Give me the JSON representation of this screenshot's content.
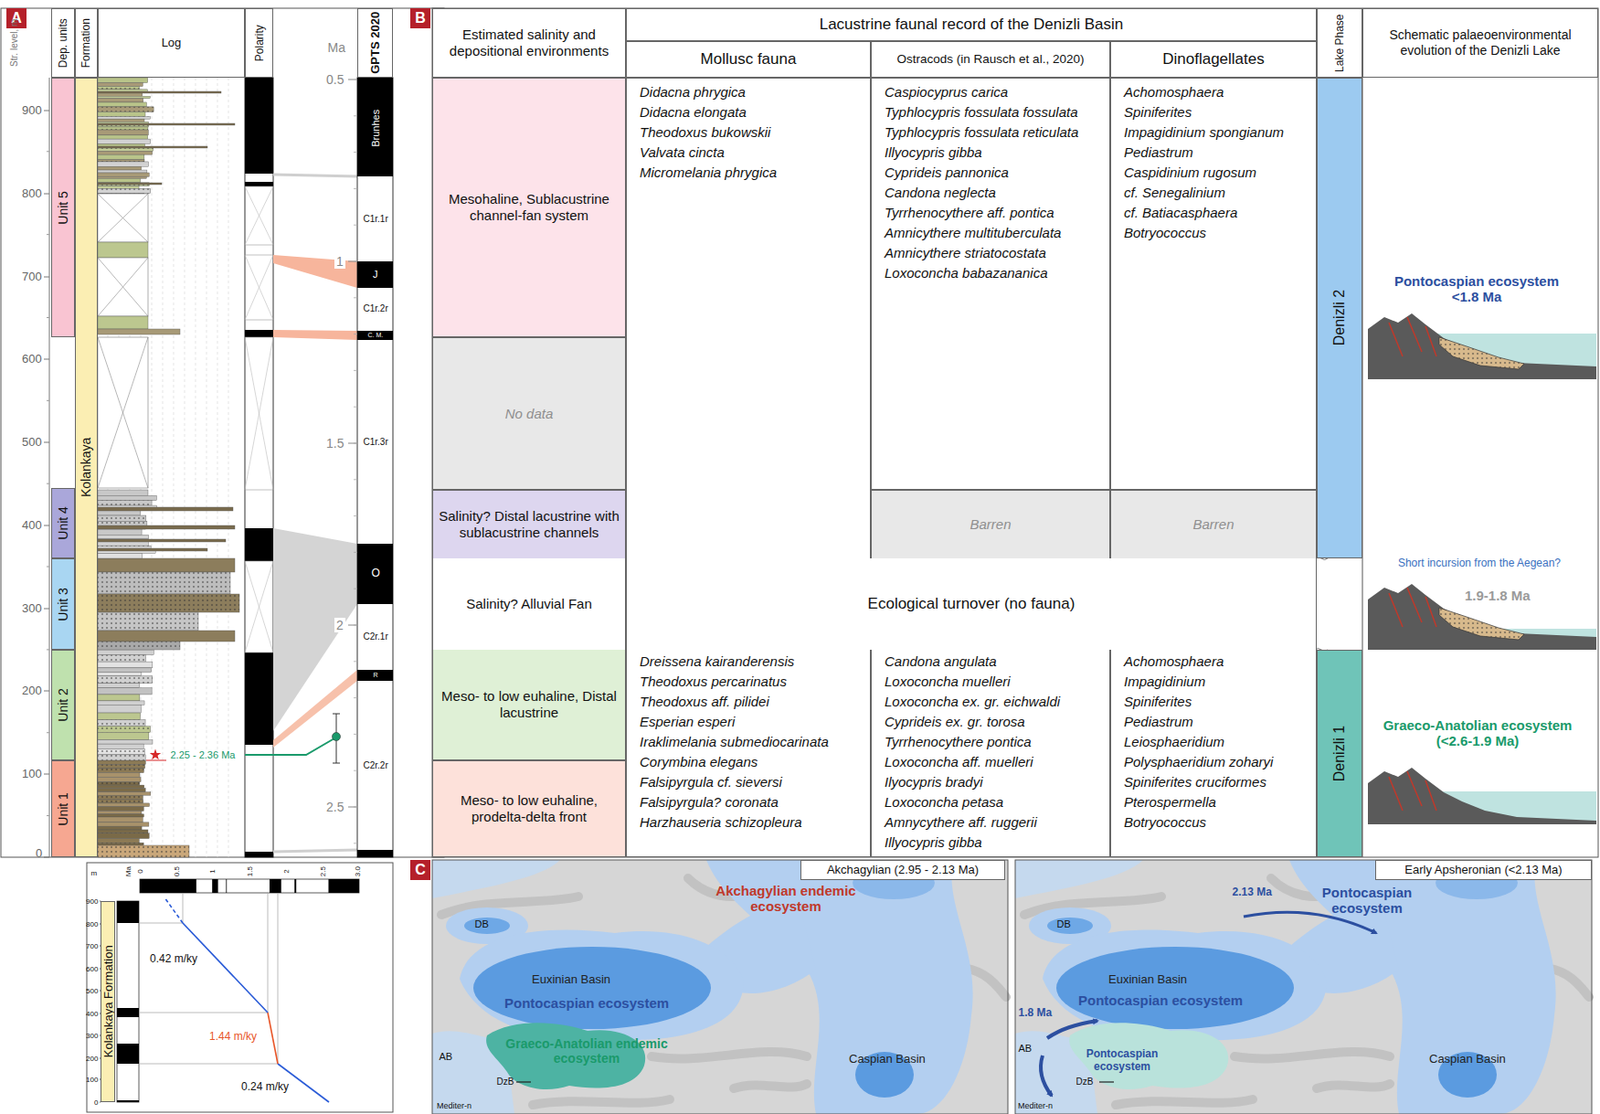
{
  "diagram": {
    "nodes": [
      {
        "text": [
          "A"
        ]
      },
      {
        "text": [
          "Dep. units"
        ]
      },
      {
        "text": [
          "Formation"
        ]
      },
      {
        "text": [
          "Log"
        ]
      },
      {
        "text": [
          "Polarity"
        ]
      },
      {
        "text": [
          "GPTS 2020"
        ]
      },
      {
        "text": [
          "Unit 5"
        ]
      },
      {
        "text": [
          "Unit 4"
        ]
      },
      {
        "text": [
          "Unit 3"
        ]
      },
      {
        "text": [
          "Unit 2"
        ]
      },
      {
        "text": [
          "Unit 1"
        ]
      },
      {
        "text": [
          "Kolankaya"
        ]
      },
      {
        "text": [
          "Kolankaya Formation"
        ]
      },
      {
        "text": [
          "B"
        ]
      },
      {
        "text": [
          "Estimated salinity and depositional environments"
        ]
      },
      {
        "text": [
          "Lacustrine faunal record of the Denizli Basin"
        ]
      },
      {
        "text": [
          "Mollusc fauna"
        ]
      },
      {
        "text": [
          "Ostracods (in Rausch et al., 2020)"
        ]
      },
      {
        "text": [
          "Dinoflagellates"
        ]
      },
      {
        "text": [
          "Lake Phase"
        ]
      },
      {
        "text": [
          "Schematic palaeoenvironmental evolution of the Denizli Lake"
        ]
      },
      {
        "text": [
          "Mesohaline, Sublacustrine channel-fan system"
        ]
      },
      {
        "text": [
          "No data"
        ]
      },
      {
        "text": [
          "Salinity? Distal lacustrine with sublacustrine channels"
        ]
      },
      {
        "text": [
          "Salinity? Alluvial Fan"
        ]
      },
      {
        "text": [
          "Meso- to low euhaline, Distal lacustrine"
        ]
      },
      {
        "text": [
          "Meso- to low euhaline, prodelta-delta front"
        ]
      },
      {
        "text": [
          "Didacna phrygica",
          "Didacna elongata",
          "Theodoxus bukowskii",
          "Valvata cincta",
          "Micromelania phrygica"
        ]
      },
      {
        "text": [
          "Caspiocyprus carica",
          "Typhlocypris fossulata fossulata",
          "Typhlocypris fossulata reticulata",
          "Illyocypris gibba",
          "Cyprideis pannonica",
          "Candona neglecta",
          "Tyrrhenocythere aff. pontica",
          "Amnicythere multituberculata",
          "Amnicythere striatocostata",
          "Loxoconcha babazananica"
        ]
      },
      {
        "text": [
          "Achomosphaera",
          "Spiniferites",
          "Impagidinium spongianum",
          "Pediastrum",
          "Caspidinium rugosum",
          "cf. Senegalinium",
          "cf. Batiacasphaera",
          "Botryococcus"
        ]
      },
      {
        "text": [
          "Barren"
        ]
      },
      {
        "text": [
          "Barren"
        ]
      },
      {
        "text": [
          "Ecological turnover (no fauna)"
        ]
      },
      {
        "text": [
          "Dreissena kairanderensis",
          "Theodoxus percarinatus",
          "Theodoxus aff. pilidei",
          "Esperian esperi",
          "Iraklimelania submediocarinata",
          "Corymbina elegans",
          "Falsipyrgula cf. sieversi",
          "Falsipyrgula? coronata",
          "Harzhauseria schizopleura"
        ]
      },
      {
        "text": [
          "Candona angulata",
          "Loxoconcha muelleri",
          "Loxoconcha ex. gr. eichwaldi",
          "Cyprideis ex. gr. torosa",
          "Tyrrhenocythere pontica",
          "Loxoconcha aff. muelleri",
          "Ilyocypris bradyi",
          "Loxoconcha petasa",
          "Amnycythere aff. ruggerii",
          "Illyocypris gibba"
        ]
      },
      {
        "text": [
          "Achomosphaera",
          "Impagidinium",
          "Spiniferites",
          "Pediastrum",
          "Leiosphaeridium",
          "Polysphaeridium zoharyi",
          "Spiniferites cruciformes",
          "Pterospermella",
          "Botryococcus"
        ]
      },
      {
        "text": [
          "Denizli 2"
        ]
      },
      {
        "text": [
          "Denizli 1"
        ]
      },
      {
        "text": [
          "C"
        ]
      },
      {
        "text": [
          "Akchagylian (2.95 - 2.13 Ma)"
        ]
      },
      {
        "text": [
          "Early Apsheronian (<2.13 Ma)"
        ]
      }
    ],
    "labels": [
      "Str. level, m",
      "900",
      "800",
      "700",
      "600",
      "500",
      "400",
      "300",
      "200",
      "100",
      "0",
      "Ma",
      "0.5",
      "1",
      "1.5",
      "2",
      "2.5",
      "Brunhes",
      "C1r.1r",
      "J",
      "C1r.2r",
      "C. M.",
      "C1r.3r",
      "O",
      "C2r.1r",
      "R",
      "C2r.2r",
      "2.25 - 2.36 Ma",
      "m",
      "900",
      "800",
      "700",
      "600",
      "500",
      "400",
      "300",
      "200",
      "100",
      "0",
      "Ma",
      "0",
      "0.5",
      "1",
      "1.5",
      "2",
      "2.5",
      "3.0",
      "0.42 m/ky",
      "1.44 m/ky",
      "0.24 m/ky",
      "Pontocaspian ecosystem <1.8 Ma",
      "Short incursion from the Aegean?",
      "1.9-1.8 Ma",
      "Graeco-Anatolian ecosystem (<2.6-1.9 Ma)",
      "Akchagylian endemic ecosystem",
      "DB",
      "Euxinian Basin",
      "Pontocaspian ecosystem",
      "Graeco-Anatolian endemic ecosystem",
      "AB",
      "DzB",
      "Caspian Basin",
      "Mediter-n",
      "DB",
      "Pontocaspian ecosystem",
      "2.13 Ma",
      "Euxinian Basin",
      "Pontocaspian ecosystem",
      "1.8 Ma",
      "AB",
      "Pontocaspian ecosystem",
      "DzB",
      "Caspian Basin",
      "Mediter-n"
    ]
  }
}
